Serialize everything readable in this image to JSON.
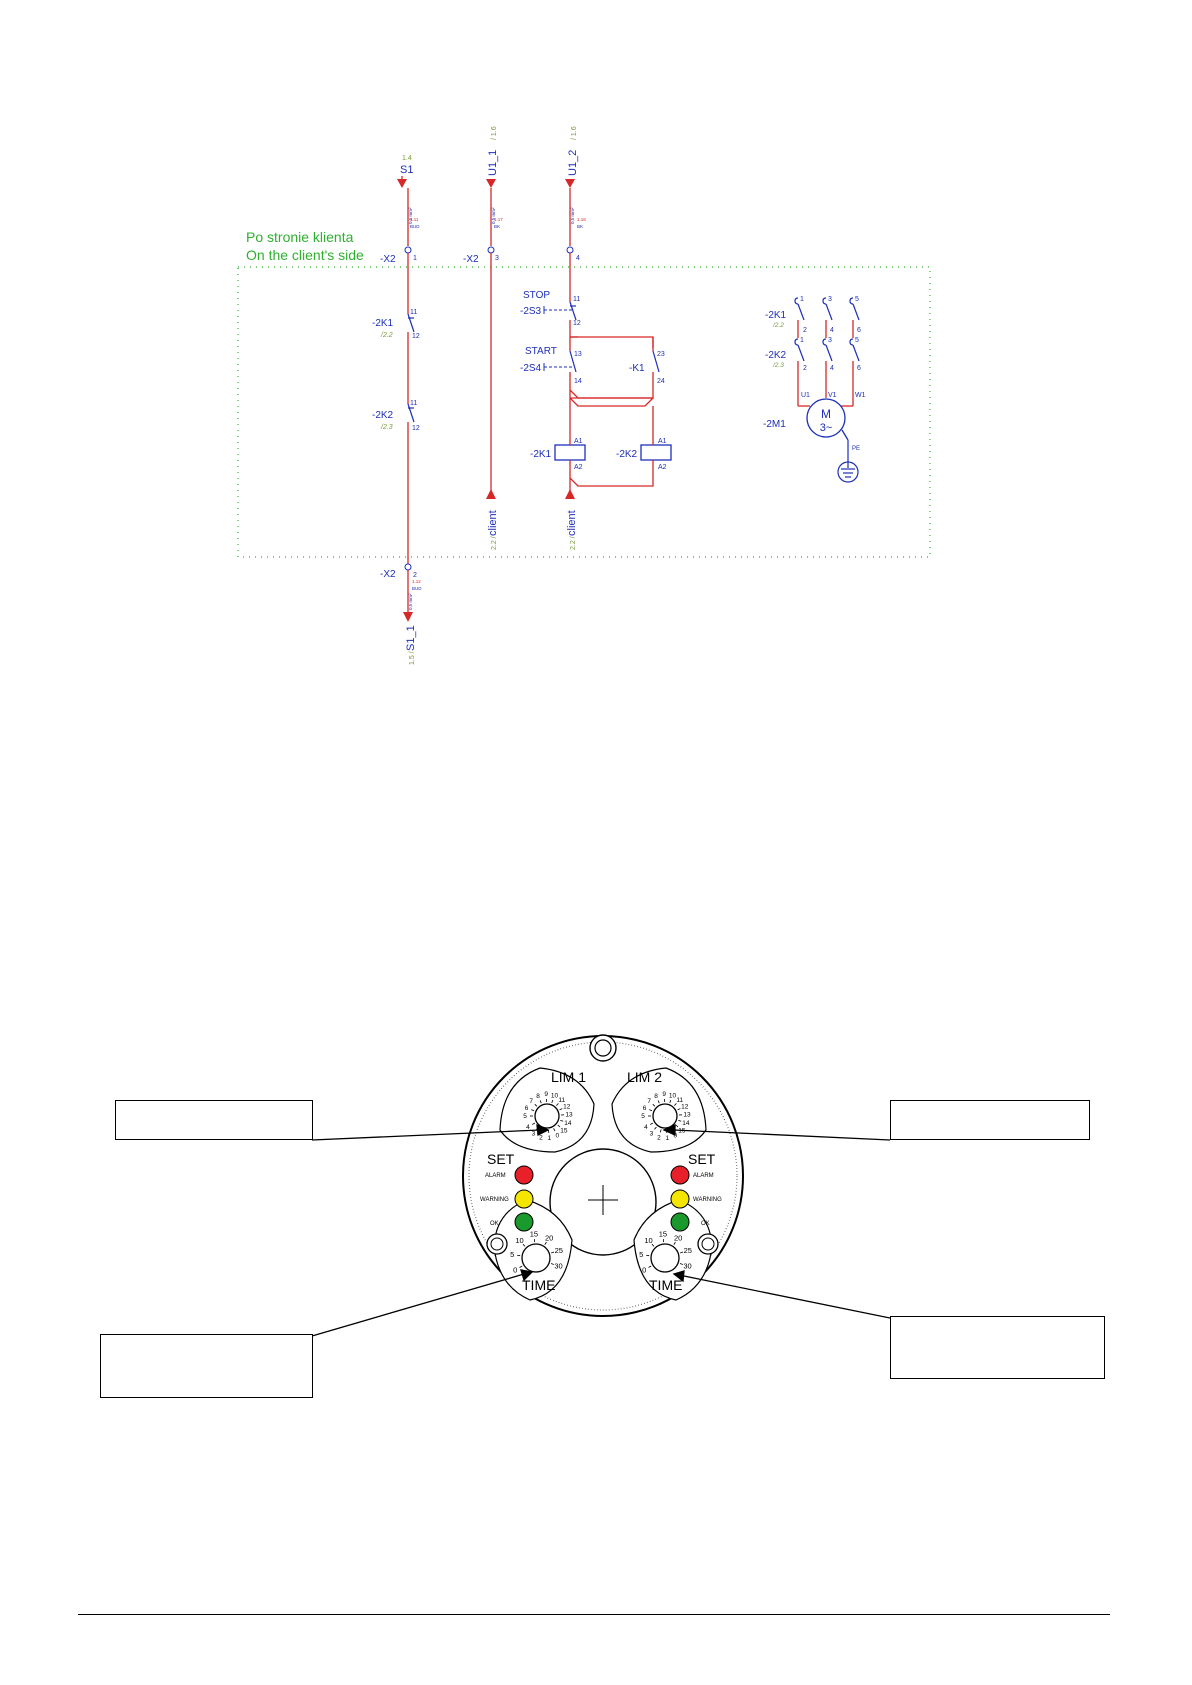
{
  "schematic": {
    "client_zone": {
      "line1": "Po stronie klienta",
      "line2": "On the client's side"
    },
    "source_refs": {
      "s1": {
        "ref": "1.4",
        "label": "S1"
      },
      "u1_1": {
        "ref": "/ 1.6",
        "label": "U1_1"
      },
      "u1_2": {
        "ref": "/ 1.6",
        "label": "U1_2"
      }
    },
    "wires_top": {
      "w1": {
        "ref": "1.11",
        "type": "0,5 mm²",
        "color": "BUD"
      },
      "w2": {
        "ref": "1.17",
        "type": "0,5 mm²",
        "color": "BK"
      },
      "w3": {
        "ref": "1.18",
        "type": "0,5 mm²",
        "color": "BK"
      }
    },
    "terminals": {
      "x2_left": "-X2",
      "t1": "1",
      "x2_mid": "-X2",
      "t3": "3",
      "t4": "4",
      "x2_bottom": "-X2",
      "t2": "2"
    },
    "wire_bottom": {
      "ref": "1.12",
      "type": "0,5 mm²",
      "color": "BUD"
    },
    "dest_ref": {
      "ref": "1.5 /",
      "label": "S1_1"
    },
    "left_contacts": {
      "k1": {
        "name": "-2K1",
        "ref": "/2.2",
        "pin_top": "11",
        "pin_bottom": "12"
      },
      "k2": {
        "name": "-2K2",
        "ref": "/2.3",
        "pin_top": "11",
        "pin_bottom": "12"
      }
    },
    "stop": {
      "title": "STOP",
      "name": "-2S3",
      "pin_top": "11",
      "pin_bottom": "12"
    },
    "start": {
      "title": "START",
      "name": "-2S4",
      "pin_top": "13",
      "pin_bottom": "14"
    },
    "aux": {
      "name": "-K1",
      "pin_top": "23",
      "pin_bottom": "24"
    },
    "coils": {
      "c1": {
        "name": "-2K1",
        "a1": "A1",
        "a2": "A2"
      },
      "c2": {
        "name": "-2K2",
        "a1": "A1",
        "a2": "A2"
      }
    },
    "client_refs": {
      "mid": {
        "ref": "2.2 /",
        "label": "client"
      },
      "right": {
        "ref": "2.2 /",
        "label": "client"
      }
    },
    "motor_circuit": {
      "k1": {
        "name": "-2K1",
        "ref": "/2.2"
      },
      "k2": {
        "name": "-2K2",
        "ref": "/2.3"
      },
      "pins_top": [
        "1",
        "3",
        "5"
      ],
      "pins_bottom": [
        "2",
        "4",
        "6"
      ],
      "phases": [
        "U1",
        "V1",
        "W1"
      ],
      "motor": {
        "name": "-2M1",
        "letter": "M",
        "sub": "3~"
      },
      "pe": "PE"
    }
  },
  "device": {
    "lim1": "LIM 1",
    "lim2": "LIM 2",
    "set_left": "SET",
    "set_right": "SET",
    "alarm": "ALARM",
    "warning": "WARNING",
    "ok": "OK",
    "time_left": "TIME",
    "time_right": "TIME",
    "dial_lim1": [
      "5",
      "6",
      "7",
      "8",
      "9",
      "10",
      "11",
      "12",
      "13",
      "14",
      "15",
      "0",
      "1",
      "2",
      "3",
      "4"
    ],
    "dial_lim2": [
      "5",
      "6",
      "7",
      "8",
      "9",
      "10",
      "11",
      "12",
      "13",
      "14",
      "15",
      "0",
      "1",
      "2",
      "3",
      "4"
    ],
    "dial_time": [
      "0",
      "5",
      "10",
      "15",
      "20",
      "25",
      "30"
    ],
    "led_colors": {
      "alarm": "#e8202a",
      "warning": "#f5e600",
      "ok": "#1a9a2c"
    }
  },
  "colors": {
    "wire": "#d62828",
    "label_blue": "#1d2fb8",
    "ref_green": "#7a9a3a",
    "zone_green": "#2fb02f"
  }
}
